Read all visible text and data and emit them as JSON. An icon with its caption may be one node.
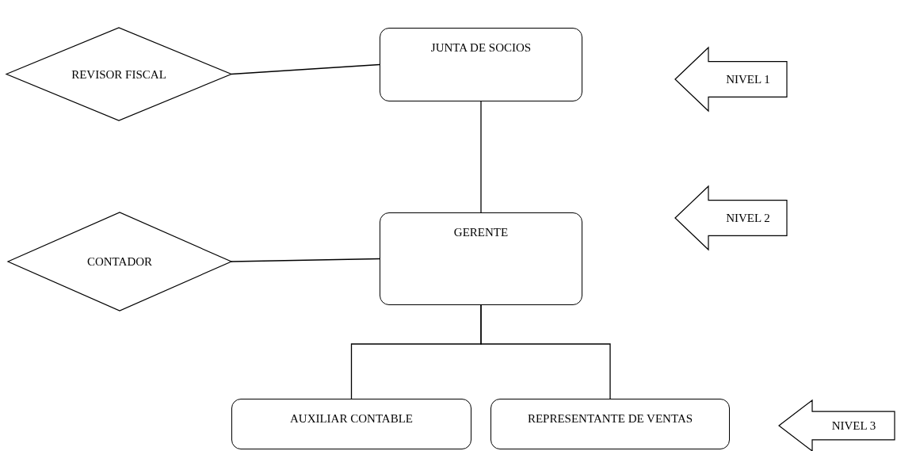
{
  "diagram": {
    "nodes": [
      {
        "text": [
          "REVISOR FISCAL"
        ]
      },
      {
        "text": [
          "JUNTA DE SOCIOS"
        ]
      },
      {
        "text": [
          "NIVEL 1"
        ]
      },
      {
        "text": [
          "NIVEL 2"
        ]
      },
      {
        "text": [
          "CONTADOR"
        ]
      },
      {
        "text": [
          "GERENTE"
        ]
      },
      {
        "text": [
          "AUXILIAR CONTABLE"
        ]
      },
      {
        "text": [
          "REPRESENTANTE DE VENTAS"
        ]
      },
      {
        "text": [
          "NIVEL 3"
        ]
      }
    ],
    "edges": [
      {
        "from": 0,
        "to": 1,
        "arrow": "none"
      },
      {
        "from": 1,
        "to": 5,
        "arrow": "none"
      },
      {
        "from": 4,
        "to": 5,
        "arrow": "none"
      },
      {
        "from": 5,
        "to": 6,
        "arrow": "none"
      },
      {
        "from": 5,
        "to": 7,
        "arrow": "none"
      }
    ]
  }
}
